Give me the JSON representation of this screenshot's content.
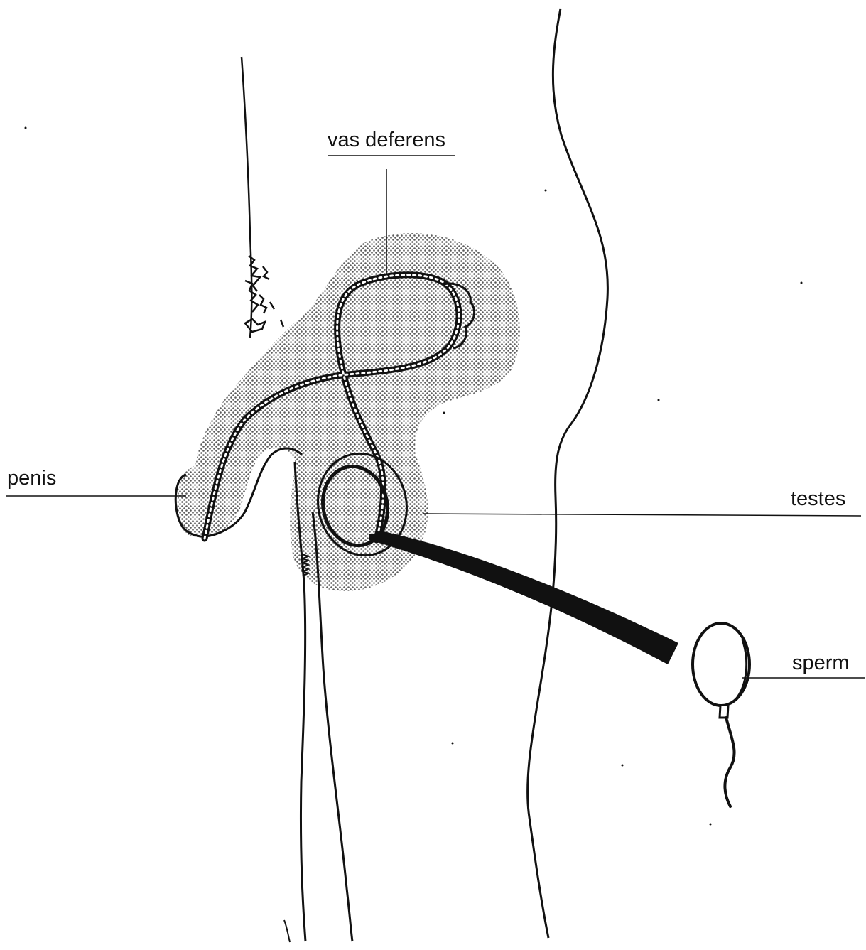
{
  "labels": {
    "vas_deferens": "vas deferens",
    "penis": "penis",
    "testes": "testes",
    "sperm": "sperm"
  },
  "colors": {
    "ink": "#111111",
    "stipple": "#5a5a5a",
    "background": "#ffffff"
  }
}
